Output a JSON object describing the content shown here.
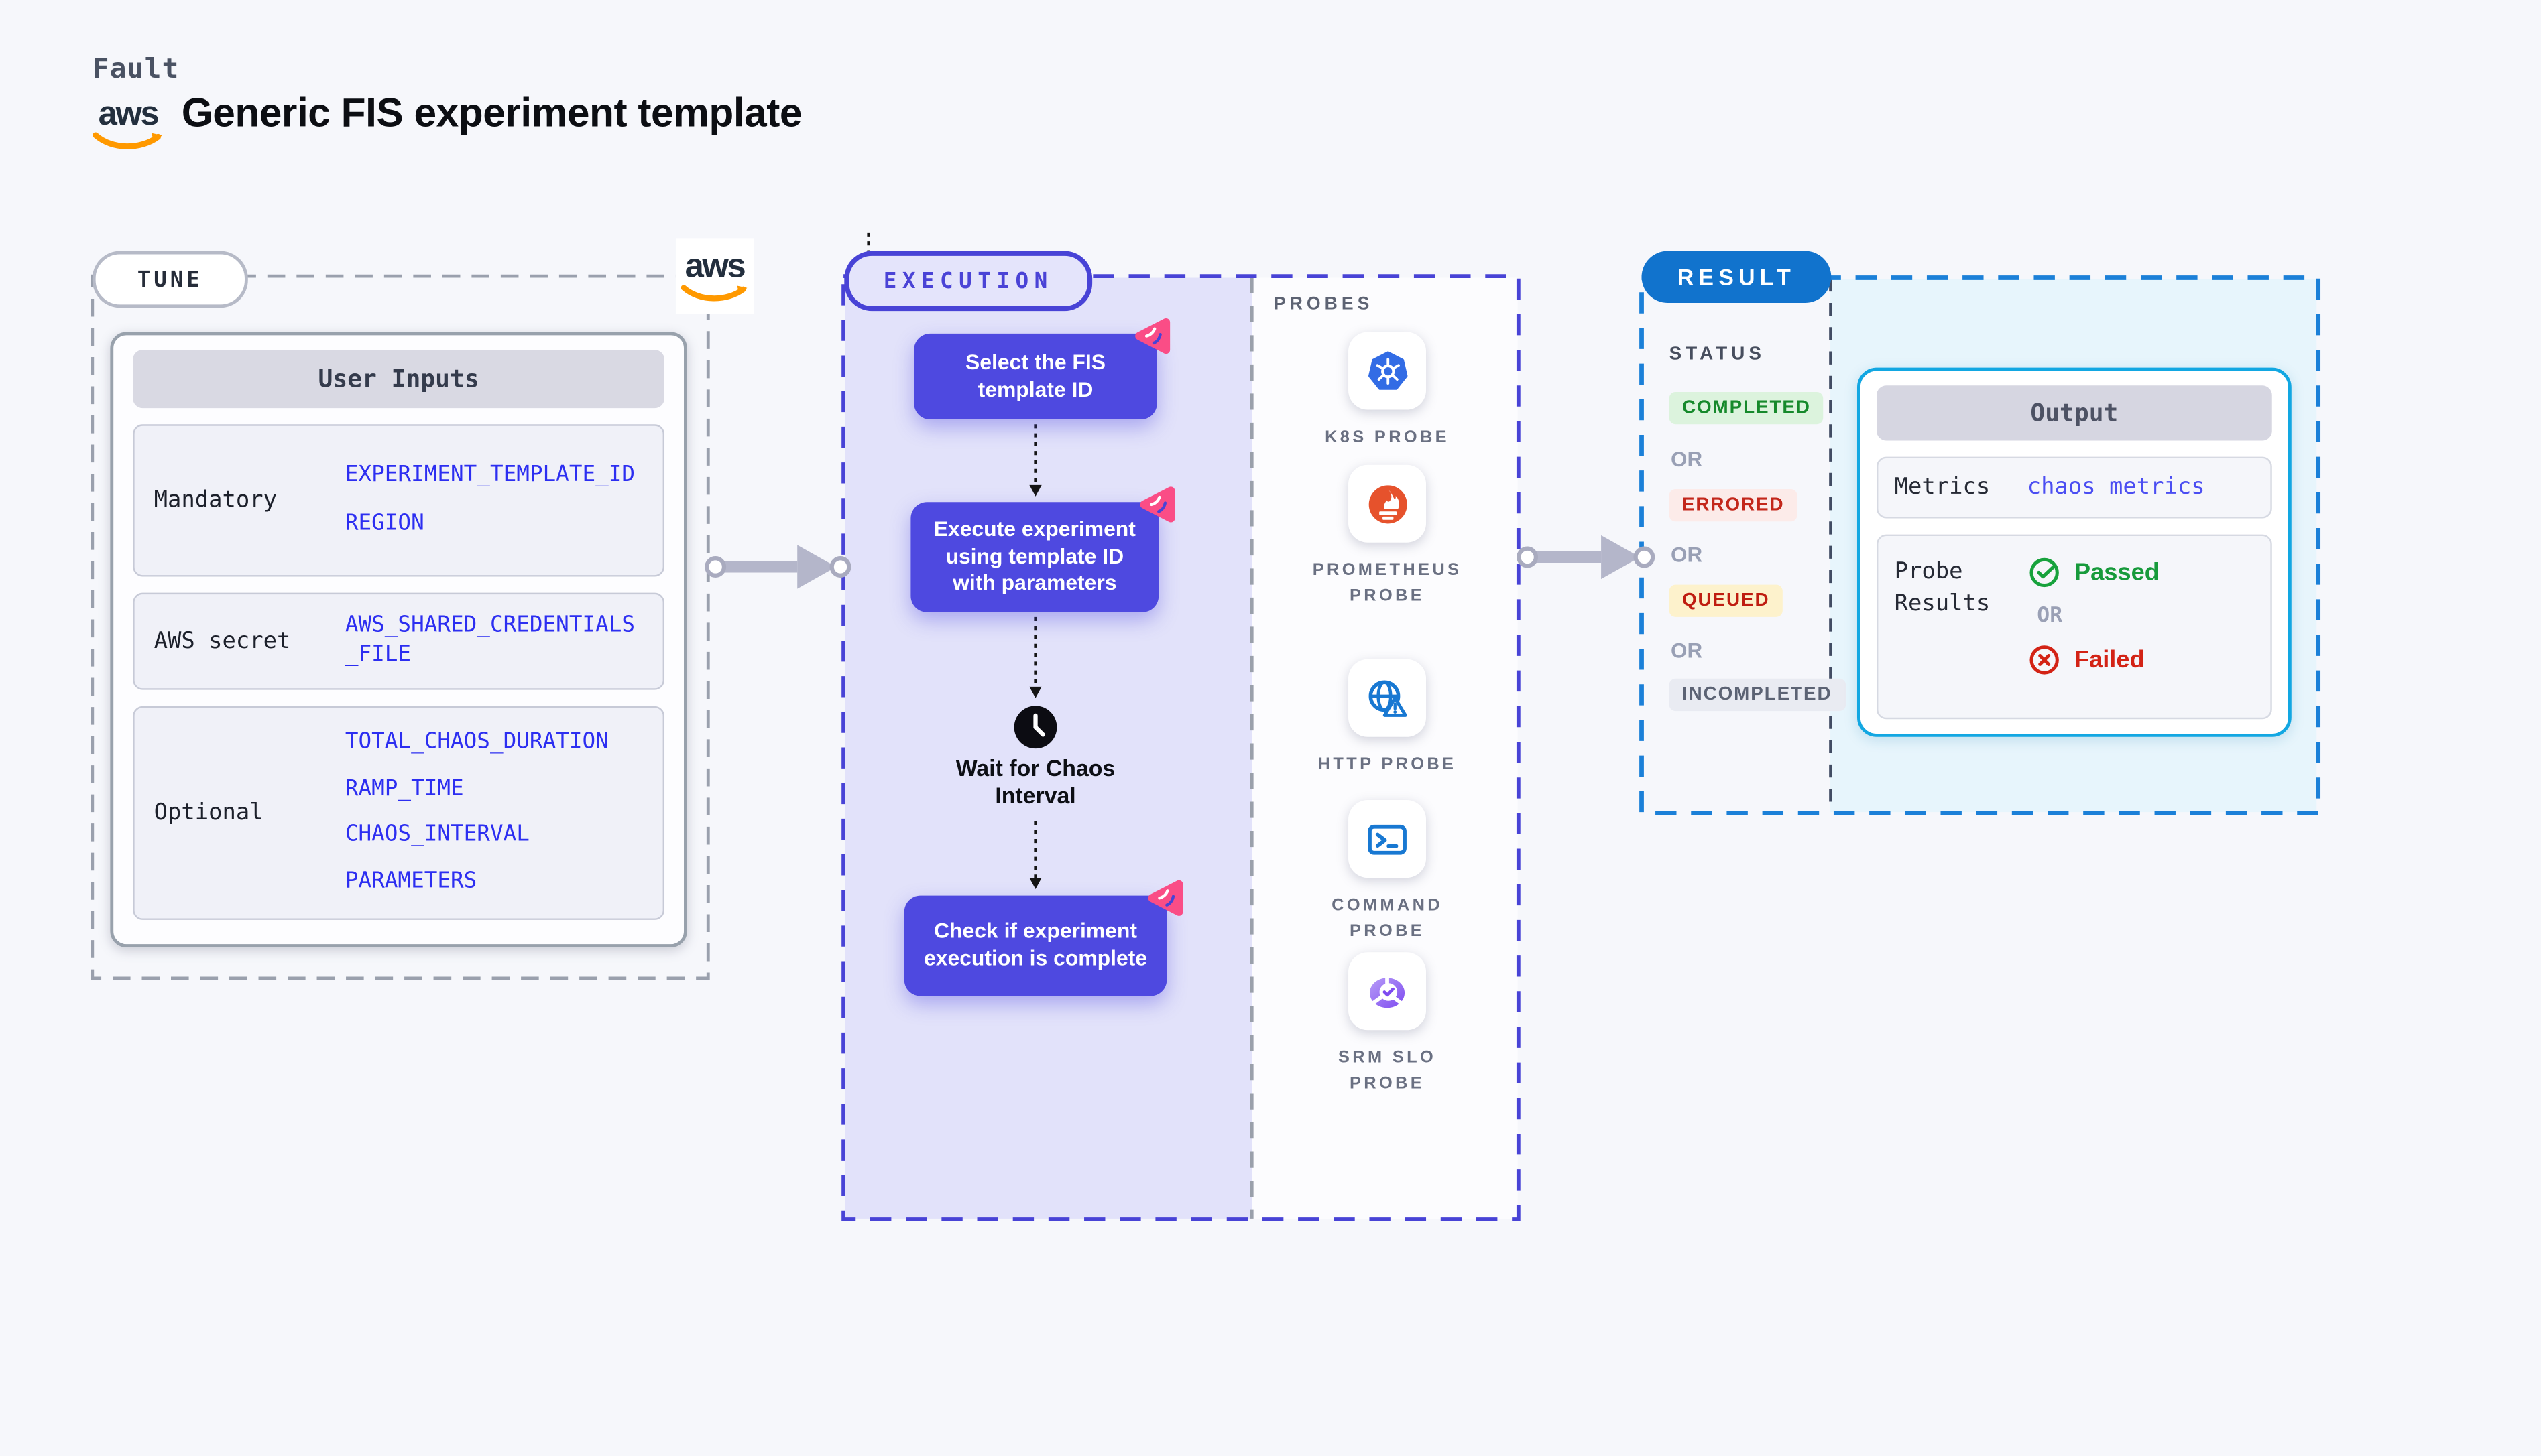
{
  "header": {
    "brand": "Fault",
    "title": "Generic FIS experiment template",
    "aws_text": "aws"
  },
  "colors": {
    "page_bg": "#f6f7fb",
    "accent_indigo": "#4843d6",
    "flowbox_indigo": "#4e49e0",
    "execution_panel": "#e2e2fa",
    "result_blue": "#1173cd",
    "result_border": "#1b80d8",
    "output_border": "#12a7e2",
    "output_panel": "#e7f5fc",
    "value_link_blue": "#2c2ef1",
    "passed_green": "#179a3b",
    "failed_red": "#d32315",
    "completed_bg": "#dcf3dd",
    "errored_bg": "#fcebe9",
    "queued_bg": "#fdf2cc",
    "incompleted_bg": "#e9ebf2",
    "litmus_pink": "#fa4d86",
    "aws_orange": "#ff9900",
    "k8s_blue": "#326ce5",
    "prometheus_orange": "#e6522c",
    "probe_icon_blue": "#1878d2",
    "srm_purple": "#7e4bf0"
  },
  "tune": {
    "badge": "TUNE",
    "table": {
      "header": "User Inputs",
      "rows": [
        {
          "label": "Mandatory",
          "values": [
            "EXPERIMENT_TEMPLATE_ID",
            "REGION"
          ]
        },
        {
          "label": "AWS secret",
          "values": [
            "AWS_SHARED_CREDENTIALS_FILE"
          ]
        },
        {
          "label": "Optional",
          "values": [
            "TOTAL_CHAOS_DURATION",
            "RAMP_TIME",
            "CHAOS_INTERVAL",
            "PARAMETERS"
          ]
        }
      ]
    }
  },
  "execution": {
    "badge": "EXECUTION",
    "steps": [
      "Select the FIS template ID",
      "Execute experiment using template ID with parameters",
      "Check if experiment execution is complete"
    ],
    "wait_step": "Wait for Chaos Interval",
    "probes": {
      "heading": "PROBES",
      "items": [
        "K8S PROBE",
        "PROMETHEUS PROBE",
        "HTTP PROBE",
        "COMMAND PROBE",
        "SRM SLO PROBE"
      ]
    }
  },
  "result": {
    "badge": "RESULT",
    "status": {
      "heading": "STATUS",
      "separator": "OR",
      "options": [
        "COMPLETED",
        "ERRORED",
        "QUEUED",
        "INCOMPLETED"
      ]
    },
    "output": {
      "header": "Output",
      "metrics_label": "Metrics",
      "metrics_value": "chaos metrics",
      "probe_results_label": "Probe Results",
      "passed": "Passed",
      "separator": "OR",
      "failed": "Failed"
    }
  }
}
